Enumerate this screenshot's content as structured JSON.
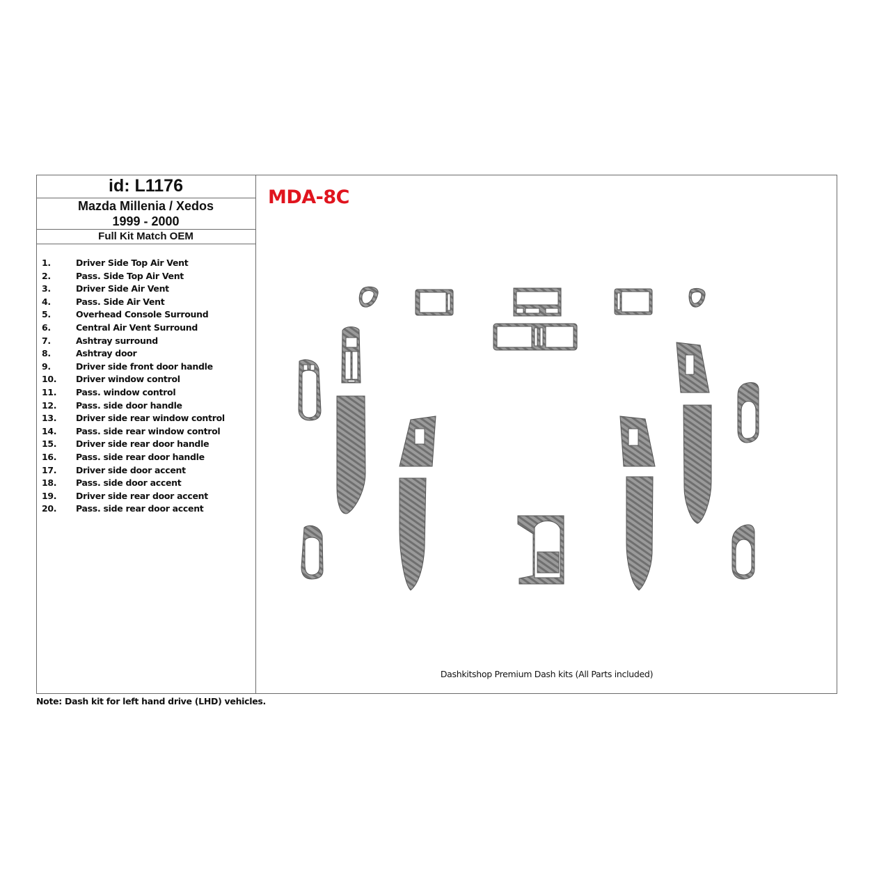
{
  "sheet": {
    "id_label": "id: L1176",
    "model": "Mazda Millenia / Xedos",
    "years": "1999 - 2000",
    "kit_type": "Full Kit Match OEM",
    "product_code": "MDA-8C",
    "code_color": "#e0141e",
    "footer": "Dashkitshop Premium Dash kits (All Parts included)",
    "note": "Note: Dash kit for left hand drive (LHD)  vehicles."
  },
  "parts": [
    {
      "num": "1.",
      "label": "Driver Side Top Air Vent"
    },
    {
      "num": "2.",
      "label": "Pass. Side Top Air Vent"
    },
    {
      "num": "3.",
      "label": "Driver Side Air Vent"
    },
    {
      "num": "4.",
      "label": "Pass. Side Air Vent"
    },
    {
      "num": "5.",
      "label": "Overhead Console Surround"
    },
    {
      "num": "6.",
      "label": "Central Air Vent Surround"
    },
    {
      "num": "7.",
      "label": "Ashtray surround"
    },
    {
      "num": "8.",
      "label": "Ashtray door"
    },
    {
      "num": "9.",
      "label": "Driver side front door handle"
    },
    {
      "num": "10.",
      "label": "Driver window control"
    },
    {
      "num": "11.",
      "label": "Pass. window control"
    },
    {
      "num": "12.",
      "label": "Pass. side door handle"
    },
    {
      "num": "13.",
      "label": "Driver side rear window control"
    },
    {
      "num": "14.",
      "label": "Pass. side rear window control"
    },
    {
      "num": "15.",
      "label": "Driver side rear door handle"
    },
    {
      "num": "16.",
      "label": "Pass. side rear door handle"
    },
    {
      "num": "17.",
      "label": "Driver side door accent"
    },
    {
      "num": "18.",
      "label": "Pass. side door accent"
    },
    {
      "num": "19.",
      "label": "Driver side rear door accent"
    },
    {
      "num": "20.",
      "label": "Pass. side rear door accent"
    }
  ]
}
